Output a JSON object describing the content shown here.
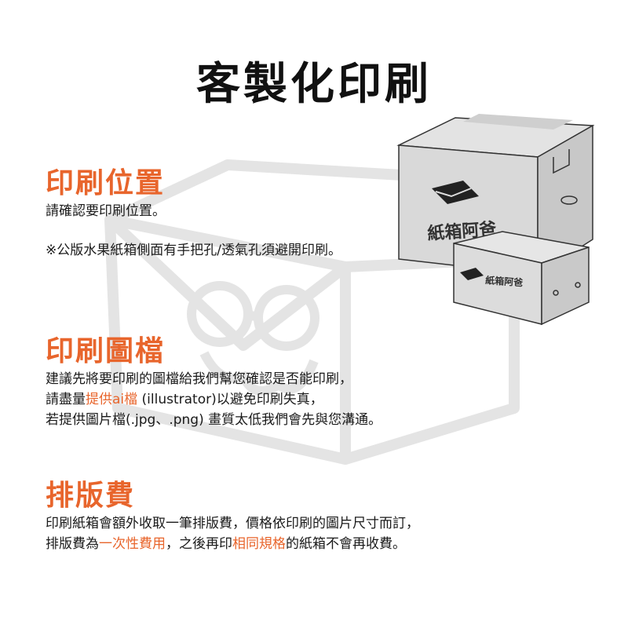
{
  "title": "客製化印刷",
  "sections": {
    "position": {
      "heading": "印刷位置",
      "line1": "請確認要印刷位置。",
      "line2": "※公版水果紙箱側面有手把孔/透氣孔須避開印刷。"
    },
    "artwork": {
      "heading": "印刷圖檔",
      "line1": "建議先將要印刷的圖檔給我們幫您確認是否能印刷，",
      "line2_pre": "請盡量",
      "line2_highlight": "提供ai檔",
      "line2_post": " (illustrator)以避免印刷失真，",
      "line3": "若提供圖片檔(.jpg、.png) 畫質太低我們會先與您溝通。"
    },
    "fee": {
      "heading": "排版費",
      "line1": "印刷紙箱會額外收取一筆排版費，價格依印刷的圖片尺寸而訂，",
      "line2_pre": "排版費為",
      "line2_hl1": "一次性費用",
      "line2_mid": "，之後再印",
      "line2_hl2": "相同規格",
      "line2_post": "的紙箱不會再收費。"
    }
  },
  "box_brand_large": "紙箱阿爸",
  "box_brand_small": "紙箱阿爸",
  "colors": {
    "accent": "#e8652c",
    "text": "#1a1a1a",
    "watermark": "#e6e6e6"
  },
  "icons": [
    "box-mascot-watermark",
    "glasses-logo-icon"
  ]
}
